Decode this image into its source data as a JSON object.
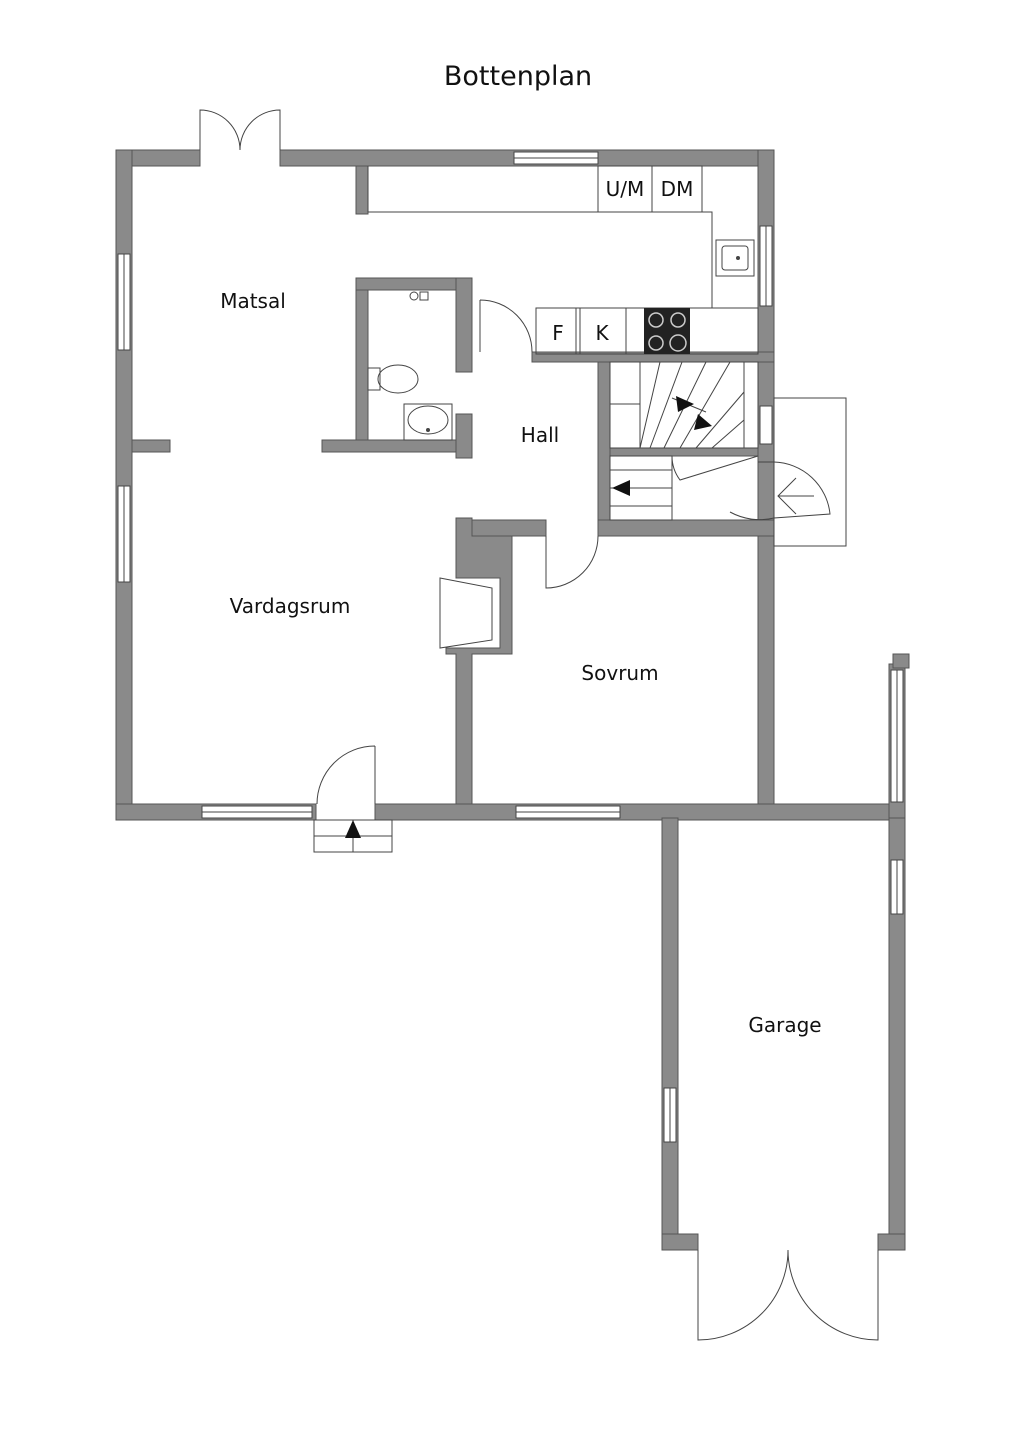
{
  "title": "Bottenplan",
  "rooms": {
    "matsal": "Matsal",
    "hall": "Hall",
    "vardagsrum": "Vardagsrum",
    "sovrum": "Sovrum",
    "garage": "Garage"
  },
  "appliances": {
    "um": "U/M",
    "dm": "DM",
    "f": "F",
    "k": "K"
  },
  "colors": {
    "wall": "#8a8a8a",
    "line": "#444444",
    "background": "#ffffff"
  }
}
